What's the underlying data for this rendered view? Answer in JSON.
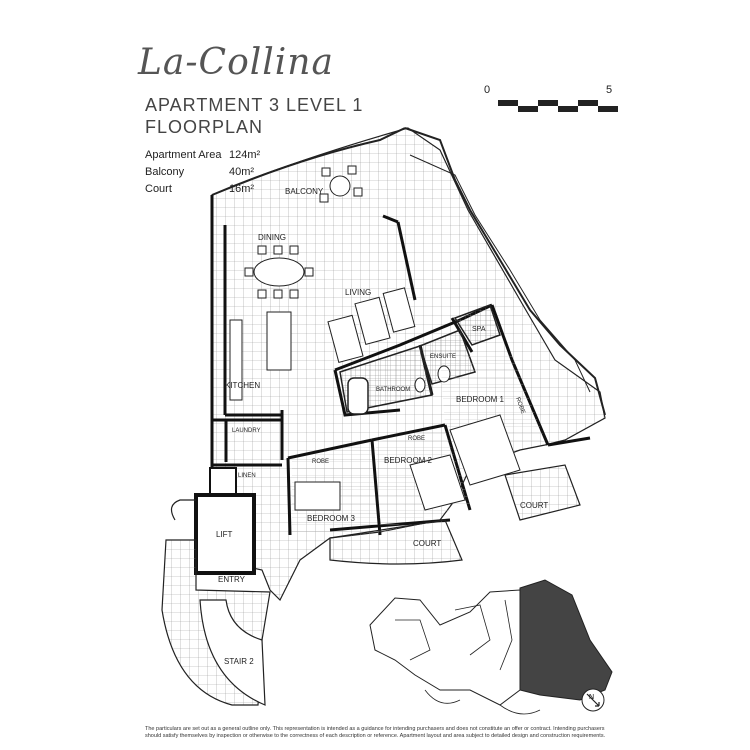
{
  "brand": "La-Collina",
  "title": {
    "line1": "APARTMENT 3  LEVEL 1",
    "line2": "FLOORPLAN"
  },
  "areas": [
    {
      "label": "Apartment Area",
      "value": "124m²"
    },
    {
      "label": "Balcony",
      "value": "40m²"
    },
    {
      "label": "Court",
      "value": "16m²"
    }
  ],
  "scale": {
    "start": "0",
    "end": "5"
  },
  "rooms": {
    "balcony": "BALCONY",
    "dining": "DINING",
    "living": "LIVING",
    "kitchen": "KITCHEN",
    "laundry": "LAUNDRY",
    "linen": "LINEN",
    "lift": "LIFT",
    "entry": "ENTRY",
    "stair": "STAIR 2",
    "bedroom1": "BEDROOM 1",
    "bedroom2": "BEDROOM 2",
    "bedroom3": "BEDROOM 3",
    "ensuite": "ENSUITE",
    "bathroom": "BATHROOM",
    "spa": "SPA",
    "robe1": "ROBE",
    "robe2": "ROBE",
    "robe3": "ROBE",
    "court1": "COURT",
    "court2": "COURT"
  },
  "disclaimer": "The particulars are set out as a general outline only. This representation is intended as a guidance for intending purchasers and does not constitute an offer or contract. Intending purchasers should satisfy themselves by inspection or otherwise to the correctness of each description or reference. Apartment layout and area subject to detailed design and construction requirements.",
  "colors": {
    "ink": "#222222",
    "highlight": "#444444",
    "tile": "#9a9a9a"
  },
  "icons": {
    "north": "north-arrow-icon"
  }
}
